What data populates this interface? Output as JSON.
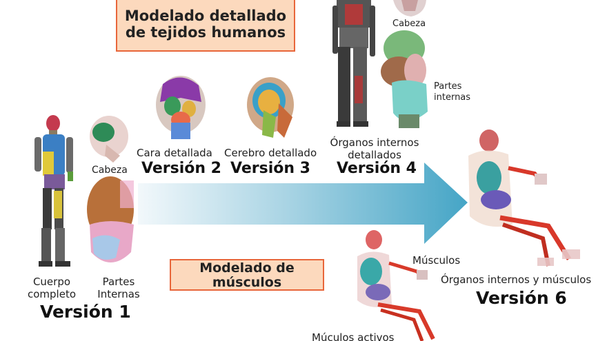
{
  "boxes": {
    "tissue": "Modelado detallado de tejidos humanos",
    "muscle": "Modelado de músculos"
  },
  "v1": {
    "body_label": "Cuerpo completo",
    "head_label": "Cabeza",
    "internal_label": "Partes Internas",
    "version": "Versión 1"
  },
  "v2": {
    "label": "Cara detallada",
    "version": "Versión 2"
  },
  "v3": {
    "label": "Cerebro detallado",
    "version": "Versión 3"
  },
  "v4": {
    "head_label": "Cabeza",
    "internal_label": "Partes internas",
    "label": "Órganos internos detallados",
    "version": "Versión 4"
  },
  "v5": {
    "muscles_label": "Músculos",
    "active_label": "Múculos activos"
  },
  "v6": {
    "label": "Órganos internos y músculos",
    "version": "Versión 6"
  },
  "colors": {
    "box_fill": "#fcd9bd",
    "box_border": "#e8663a",
    "arrow_start": "#eaf4f8",
    "arrow_end": "#4aa8c8"
  }
}
